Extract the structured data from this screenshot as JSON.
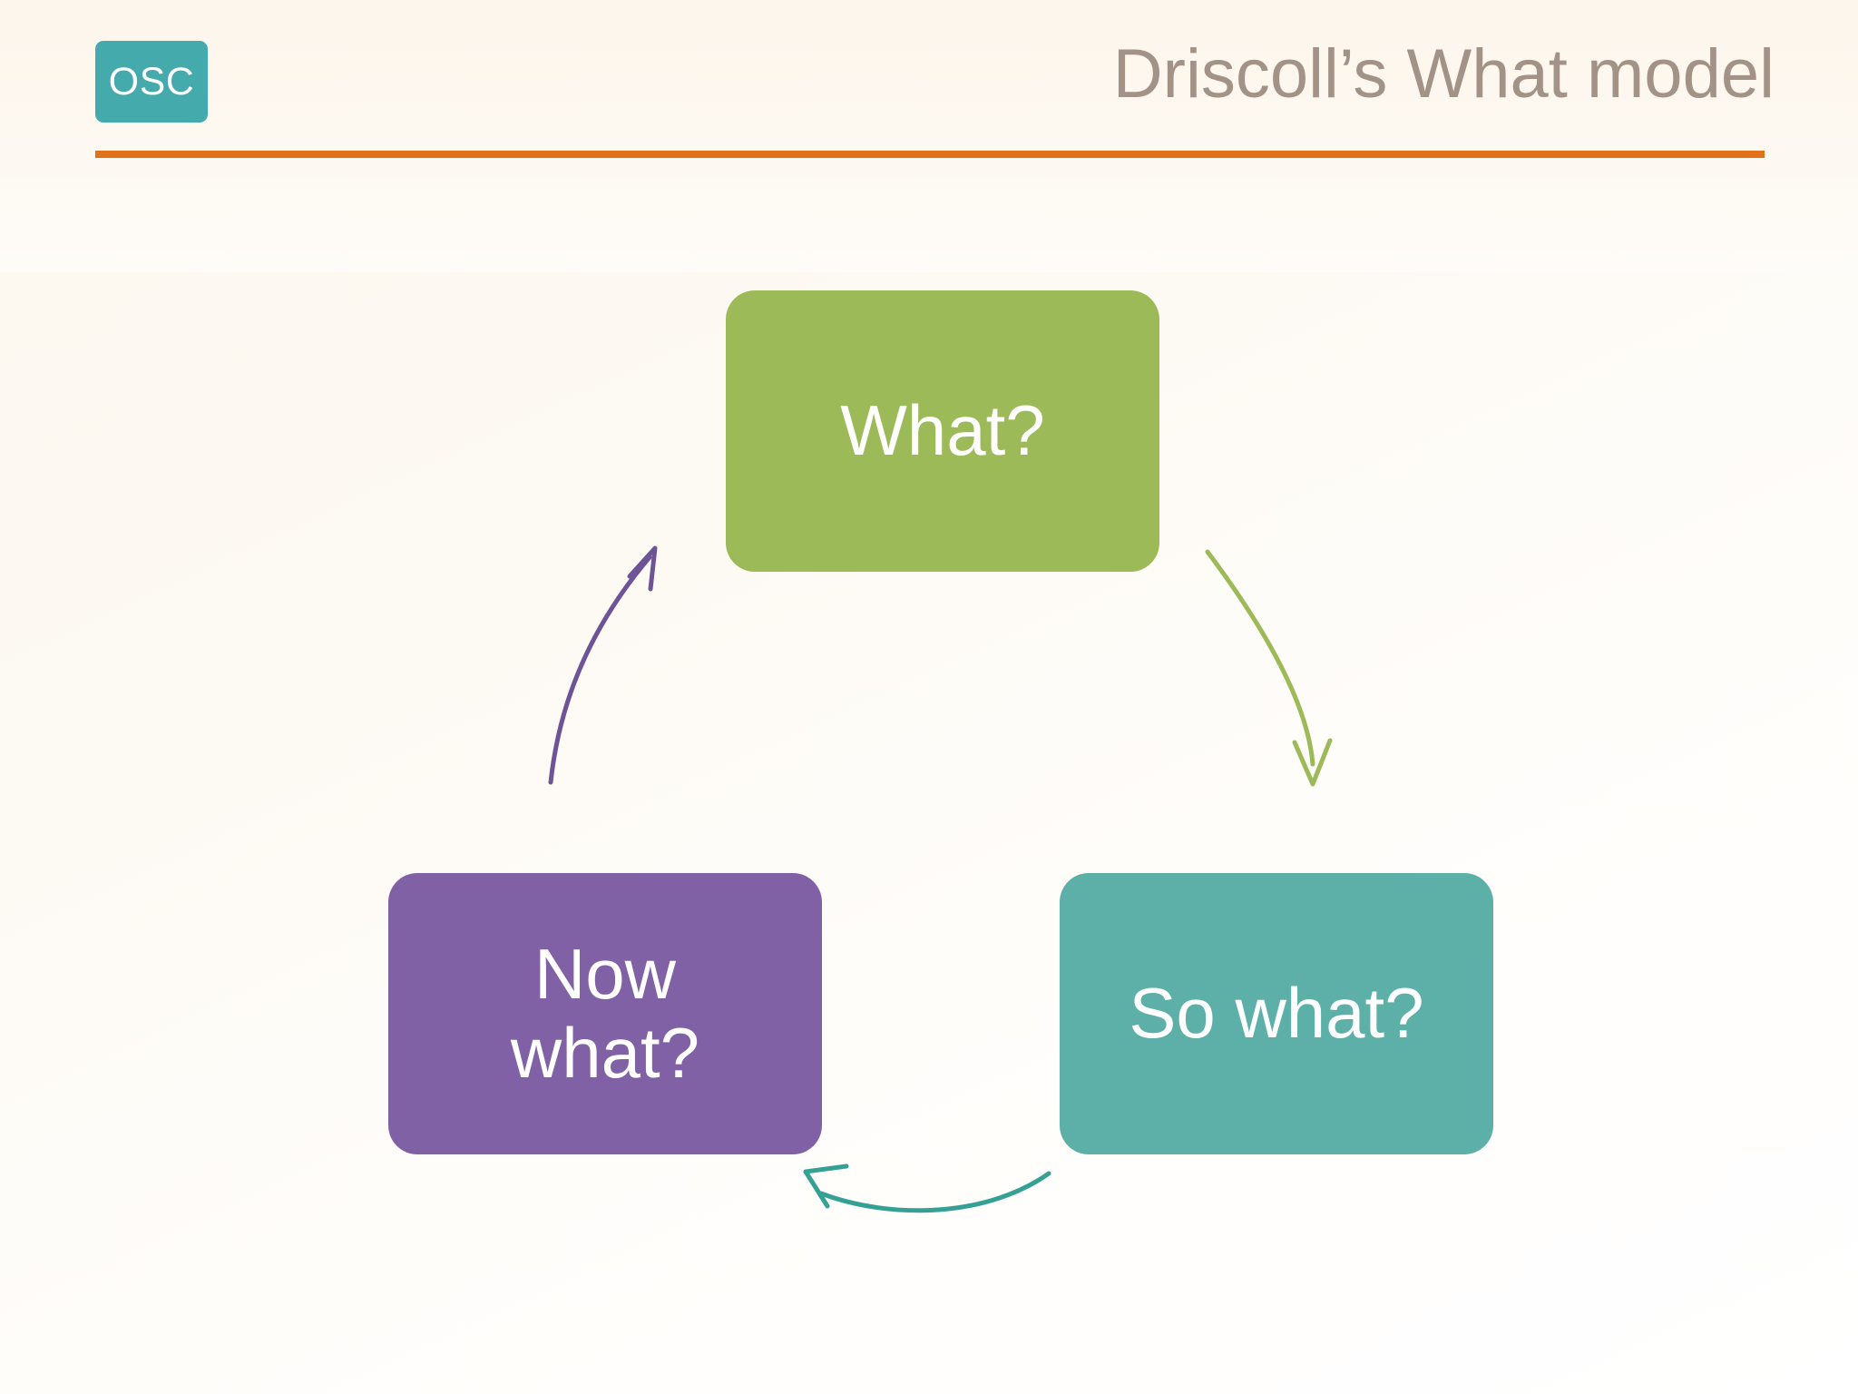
{
  "header": {
    "logo_text": "OSC",
    "logo_color": "#45aaab",
    "title": "Driscoll’s What model",
    "title_color": "#a39387",
    "rule_color": "#e2721a"
  },
  "background": {
    "color": "#fdf8f1"
  },
  "diagram": {
    "type": "cycle",
    "nodes": [
      {
        "id": "what",
        "label": "What?",
        "color": "#9cba57",
        "text_color": "#ffffff",
        "position": "top"
      },
      {
        "id": "so-what",
        "label": "So what?",
        "color": "#5cb0a8",
        "text_color": "#ffffff",
        "position": "bottom-right"
      },
      {
        "id": "now-what",
        "label": "Now\nwhat?",
        "color": "#8161a5",
        "text_color": "#ffffff",
        "position": "bottom-left"
      }
    ],
    "arrows": [
      {
        "id": "what-to-so-what",
        "from": "what",
        "to": "so-what",
        "color": "#9cba57"
      },
      {
        "id": "so-what-to-now-what",
        "from": "so-what",
        "to": "now-what",
        "color": "#35a094"
      },
      {
        "id": "now-what-to-what",
        "from": "now-what",
        "to": "what",
        "color": "#6e5496"
      }
    ]
  }
}
